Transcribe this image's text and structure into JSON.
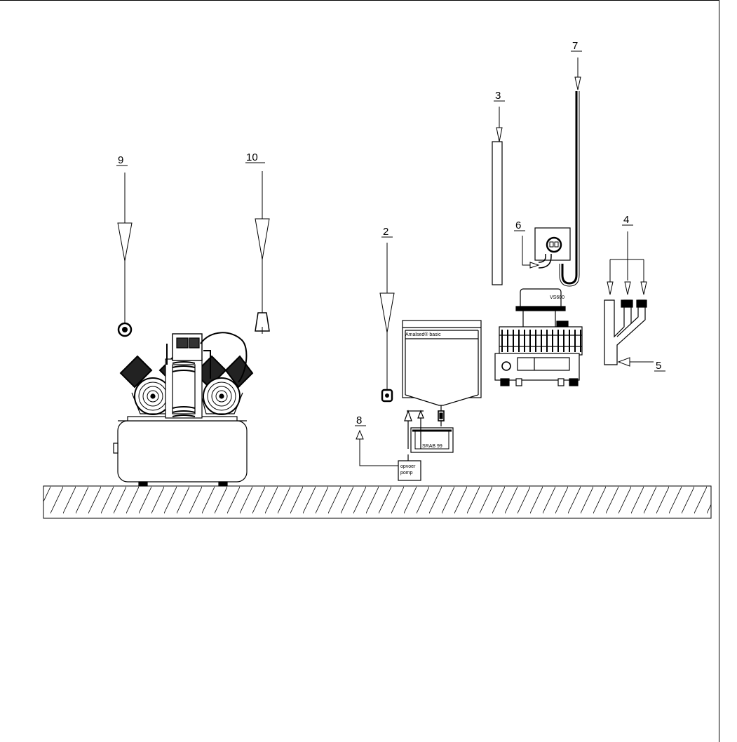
{
  "callouts": {
    "c2": "2",
    "c3": "3",
    "c4": "4",
    "c5": "5",
    "c6": "6",
    "c7": "7",
    "c8": "8",
    "c9": "9",
    "c10": "10"
  },
  "labels": {
    "amalsed": "Amalsed® basic",
    "srab": "SRAB 99",
    "vs": "VS600",
    "pump_line1": "opvoer",
    "pump_line2": "pomp"
  }
}
